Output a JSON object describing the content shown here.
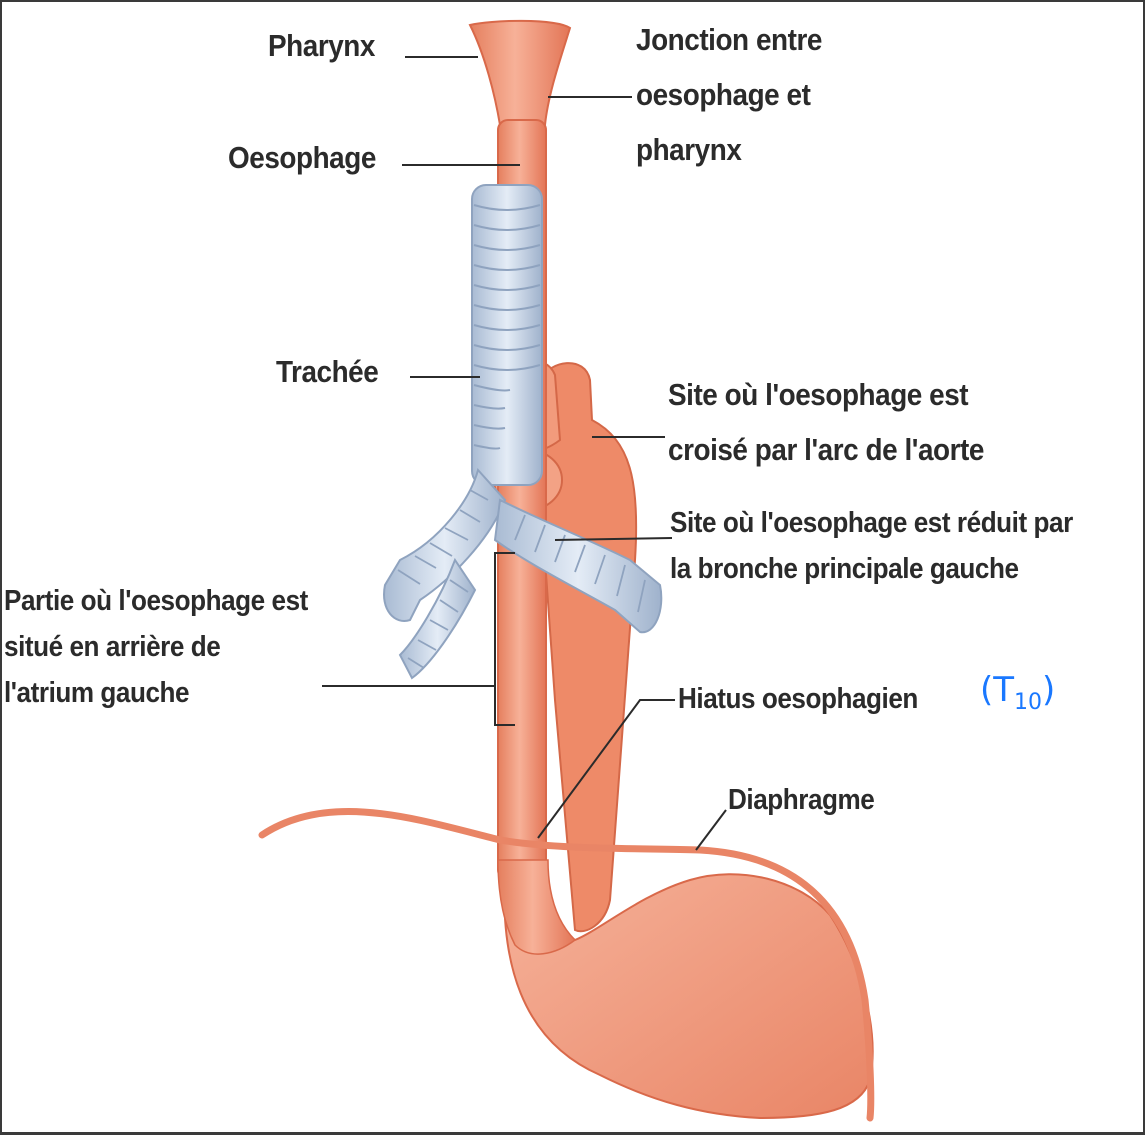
{
  "labels": {
    "pharynx": "Pharynx",
    "oesophage": "Oesophage",
    "jonction": [
      "Jonction entre",
      "oesophage et",
      "pharynx"
    ],
    "trachee": "Trachée",
    "site_aorte": [
      "Site où l'oesophage est",
      "croisé par l'arc de l'aorte"
    ],
    "site_bronche": [
      "Site où l'oesophage est réduit par",
      "la bronche principale gauche"
    ],
    "partie_atrium": [
      "Partie où l'oesophage est",
      "situé en arrière de",
      "l'atrium gauche"
    ],
    "hiatus": "Hiatus oesophagien",
    "diaphragme": "Diaphragme"
  },
  "annotation": {
    "prefix": "(T",
    "sub": "10",
    "suffix": ")"
  },
  "colors": {
    "oesophagus": "#f2997a",
    "oesophagus_dark": "#e0704f",
    "trachea": "#b9c9de",
    "trachea_ring": "#8fa3bf",
    "line": "#2b2b2b",
    "annotation": "#1a78ff"
  }
}
